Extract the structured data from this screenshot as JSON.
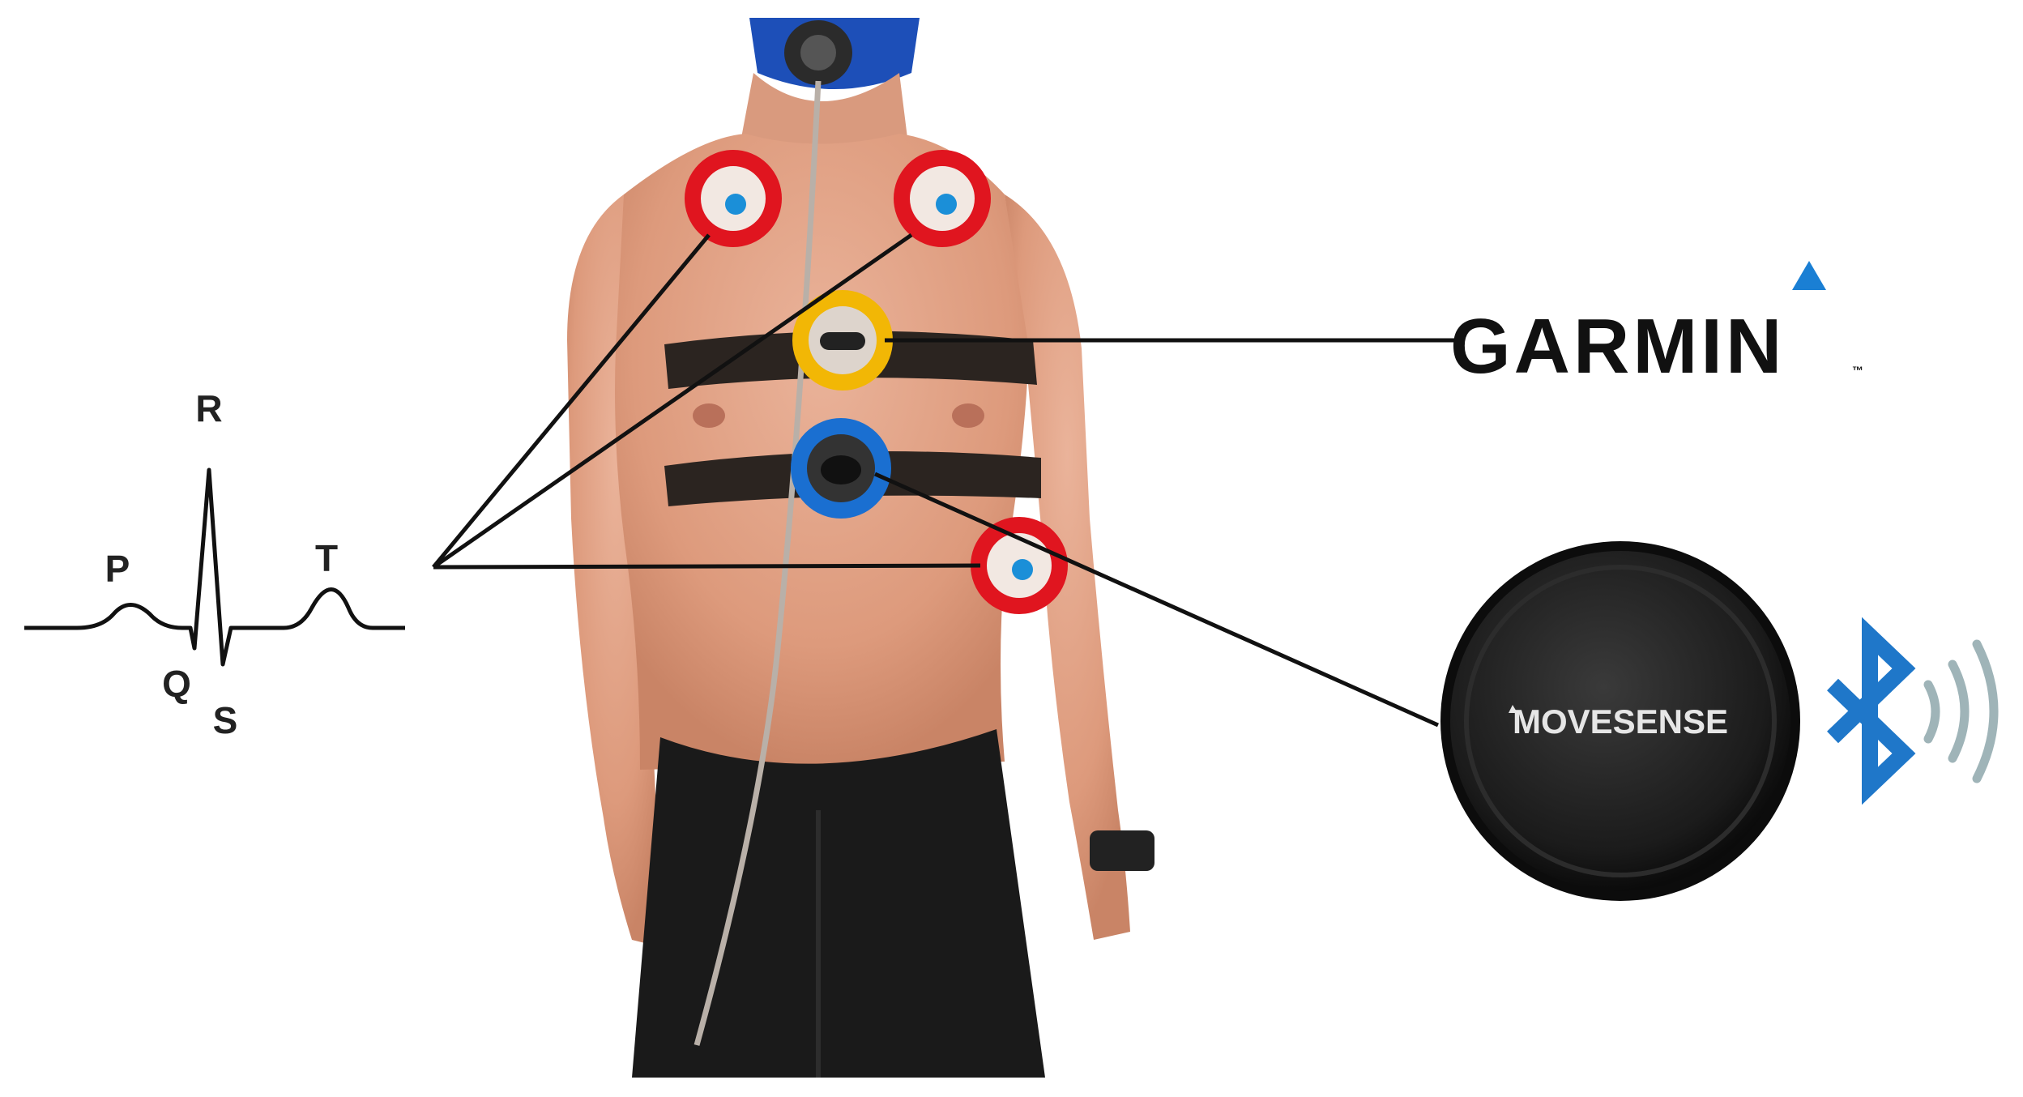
{
  "ecg": {
    "waves": {
      "p": "P",
      "q": "Q",
      "r": "R",
      "s": "S",
      "t": "T"
    }
  },
  "garmin": {
    "name": "GARMIN",
    "mark": "™"
  },
  "movesense": {
    "name": "MOVESENSE"
  },
  "colors": {
    "ecg_electrode_ring": "#e0151f",
    "garmin_strap_ring": "#f2b705",
    "movesense_strap_ring": "#1a6fd1",
    "bluetooth": "#1f77c9",
    "wifi_arcs": "#9fb4b8",
    "leader_lines": "#111111",
    "skin": "#e4a488",
    "shorts": "#1a1a1a"
  },
  "icons": [
    "bluetooth-icon",
    "signal-waves-icon",
    "garmin-triangle-icon"
  ]
}
